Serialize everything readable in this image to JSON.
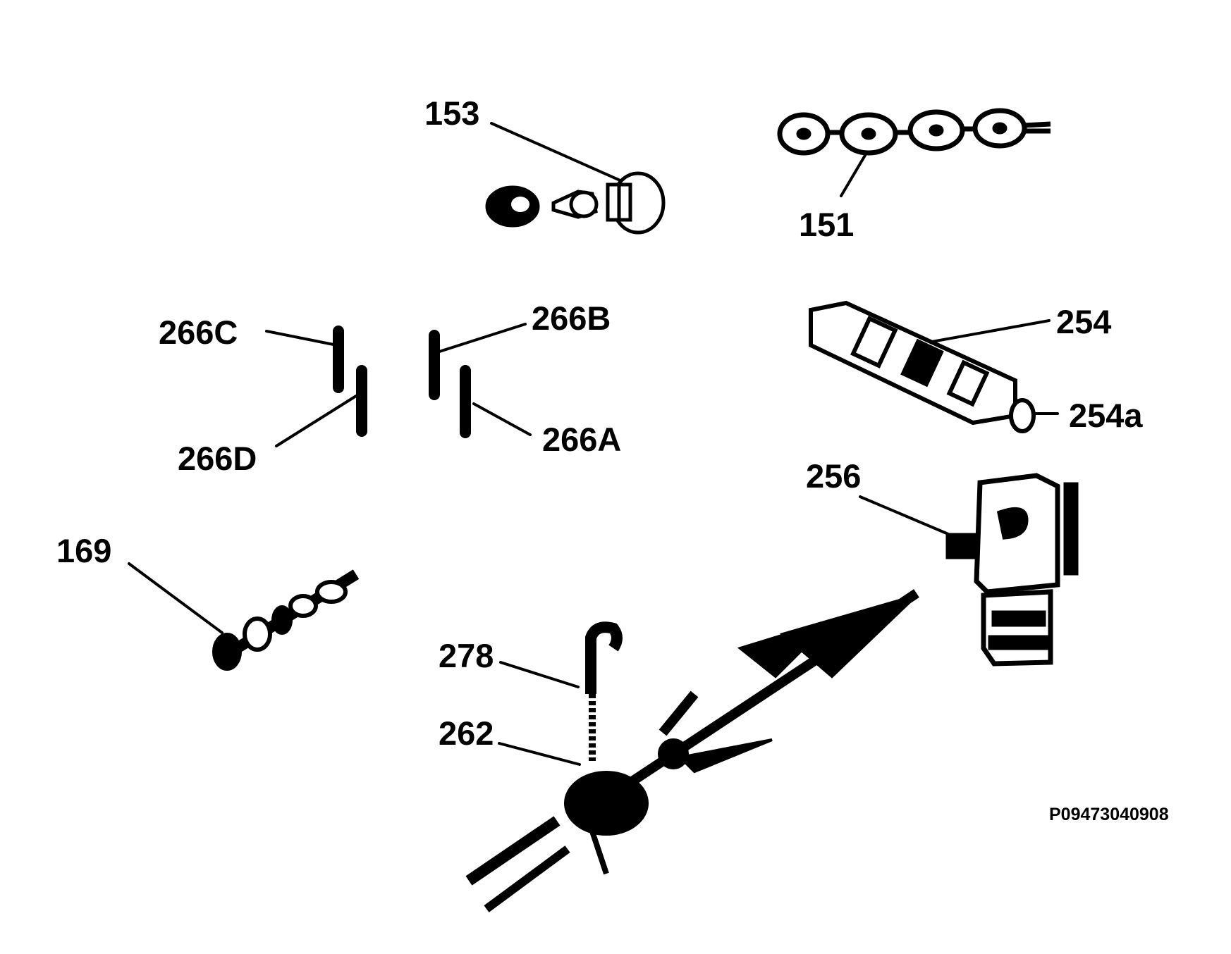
{
  "colors": {
    "ink": "#000000",
    "background": "#ffffff"
  },
  "labels": {
    "p153": "153",
    "p151": "151",
    "p266c": "266C",
    "p266b": "266B",
    "p254": "254",
    "p254a": "254a",
    "p266d": "266D",
    "p266a": "266A",
    "p256": "256",
    "p169": "169",
    "p278": "278",
    "p262": "262"
  },
  "drawing_code": "P09473040908"
}
